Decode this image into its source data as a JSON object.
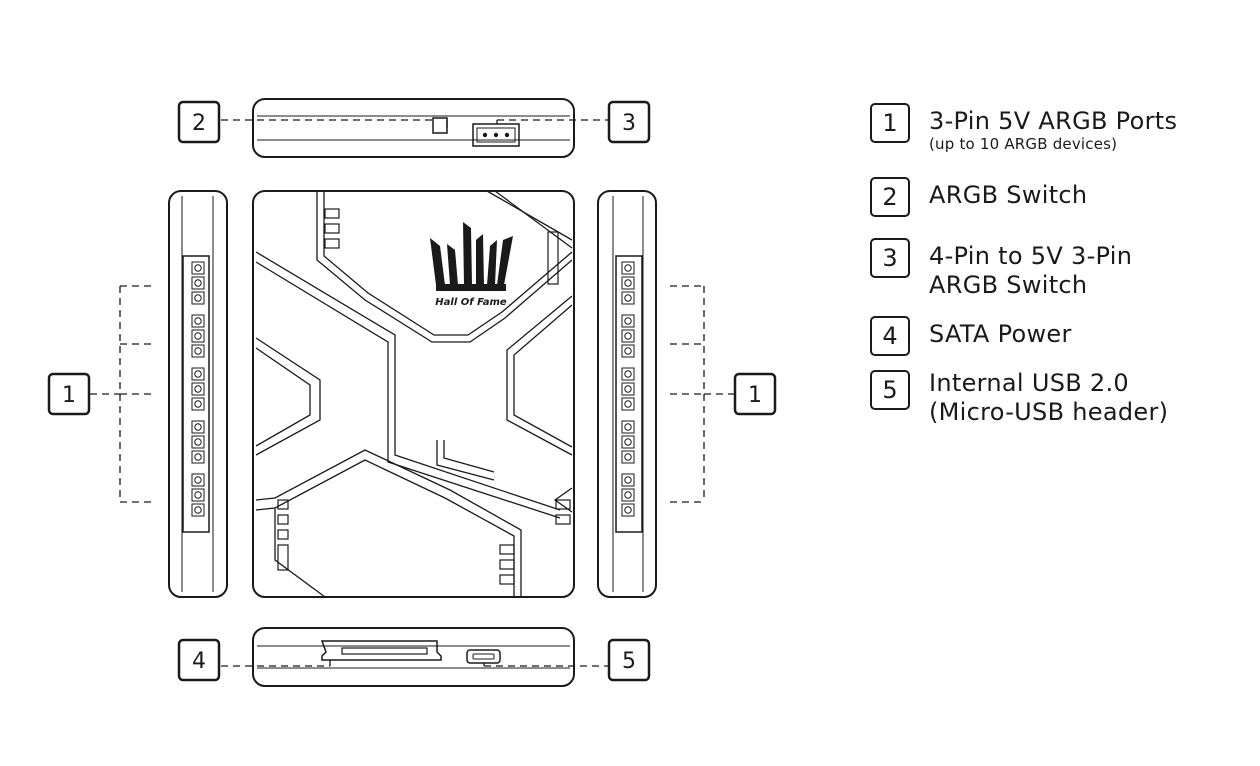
{
  "logo": {
    "brand_text": "Hall Of Fame"
  },
  "callouts": {
    "top_left": "2",
    "top_right": "3",
    "left": "1",
    "right": "1",
    "bottom_left": "4",
    "bottom_right": "5"
  },
  "legend": [
    {
      "num": "1",
      "label": "3-Pin 5V ARGB Ports",
      "sub": "(up to 10 ARGB devices)"
    },
    {
      "num": "2",
      "label": "ARGB Switch",
      "sub": ""
    },
    {
      "num": "3",
      "label": "4-Pin to 5V 3-Pin",
      "label2": "ARGB Switch",
      "sub": ""
    },
    {
      "num": "4",
      "label": "SATA Power",
      "sub": ""
    },
    {
      "num": "5",
      "label": "Internal USB 2.0",
      "label2": "(Micro-USB header)",
      "sub": ""
    }
  ]
}
